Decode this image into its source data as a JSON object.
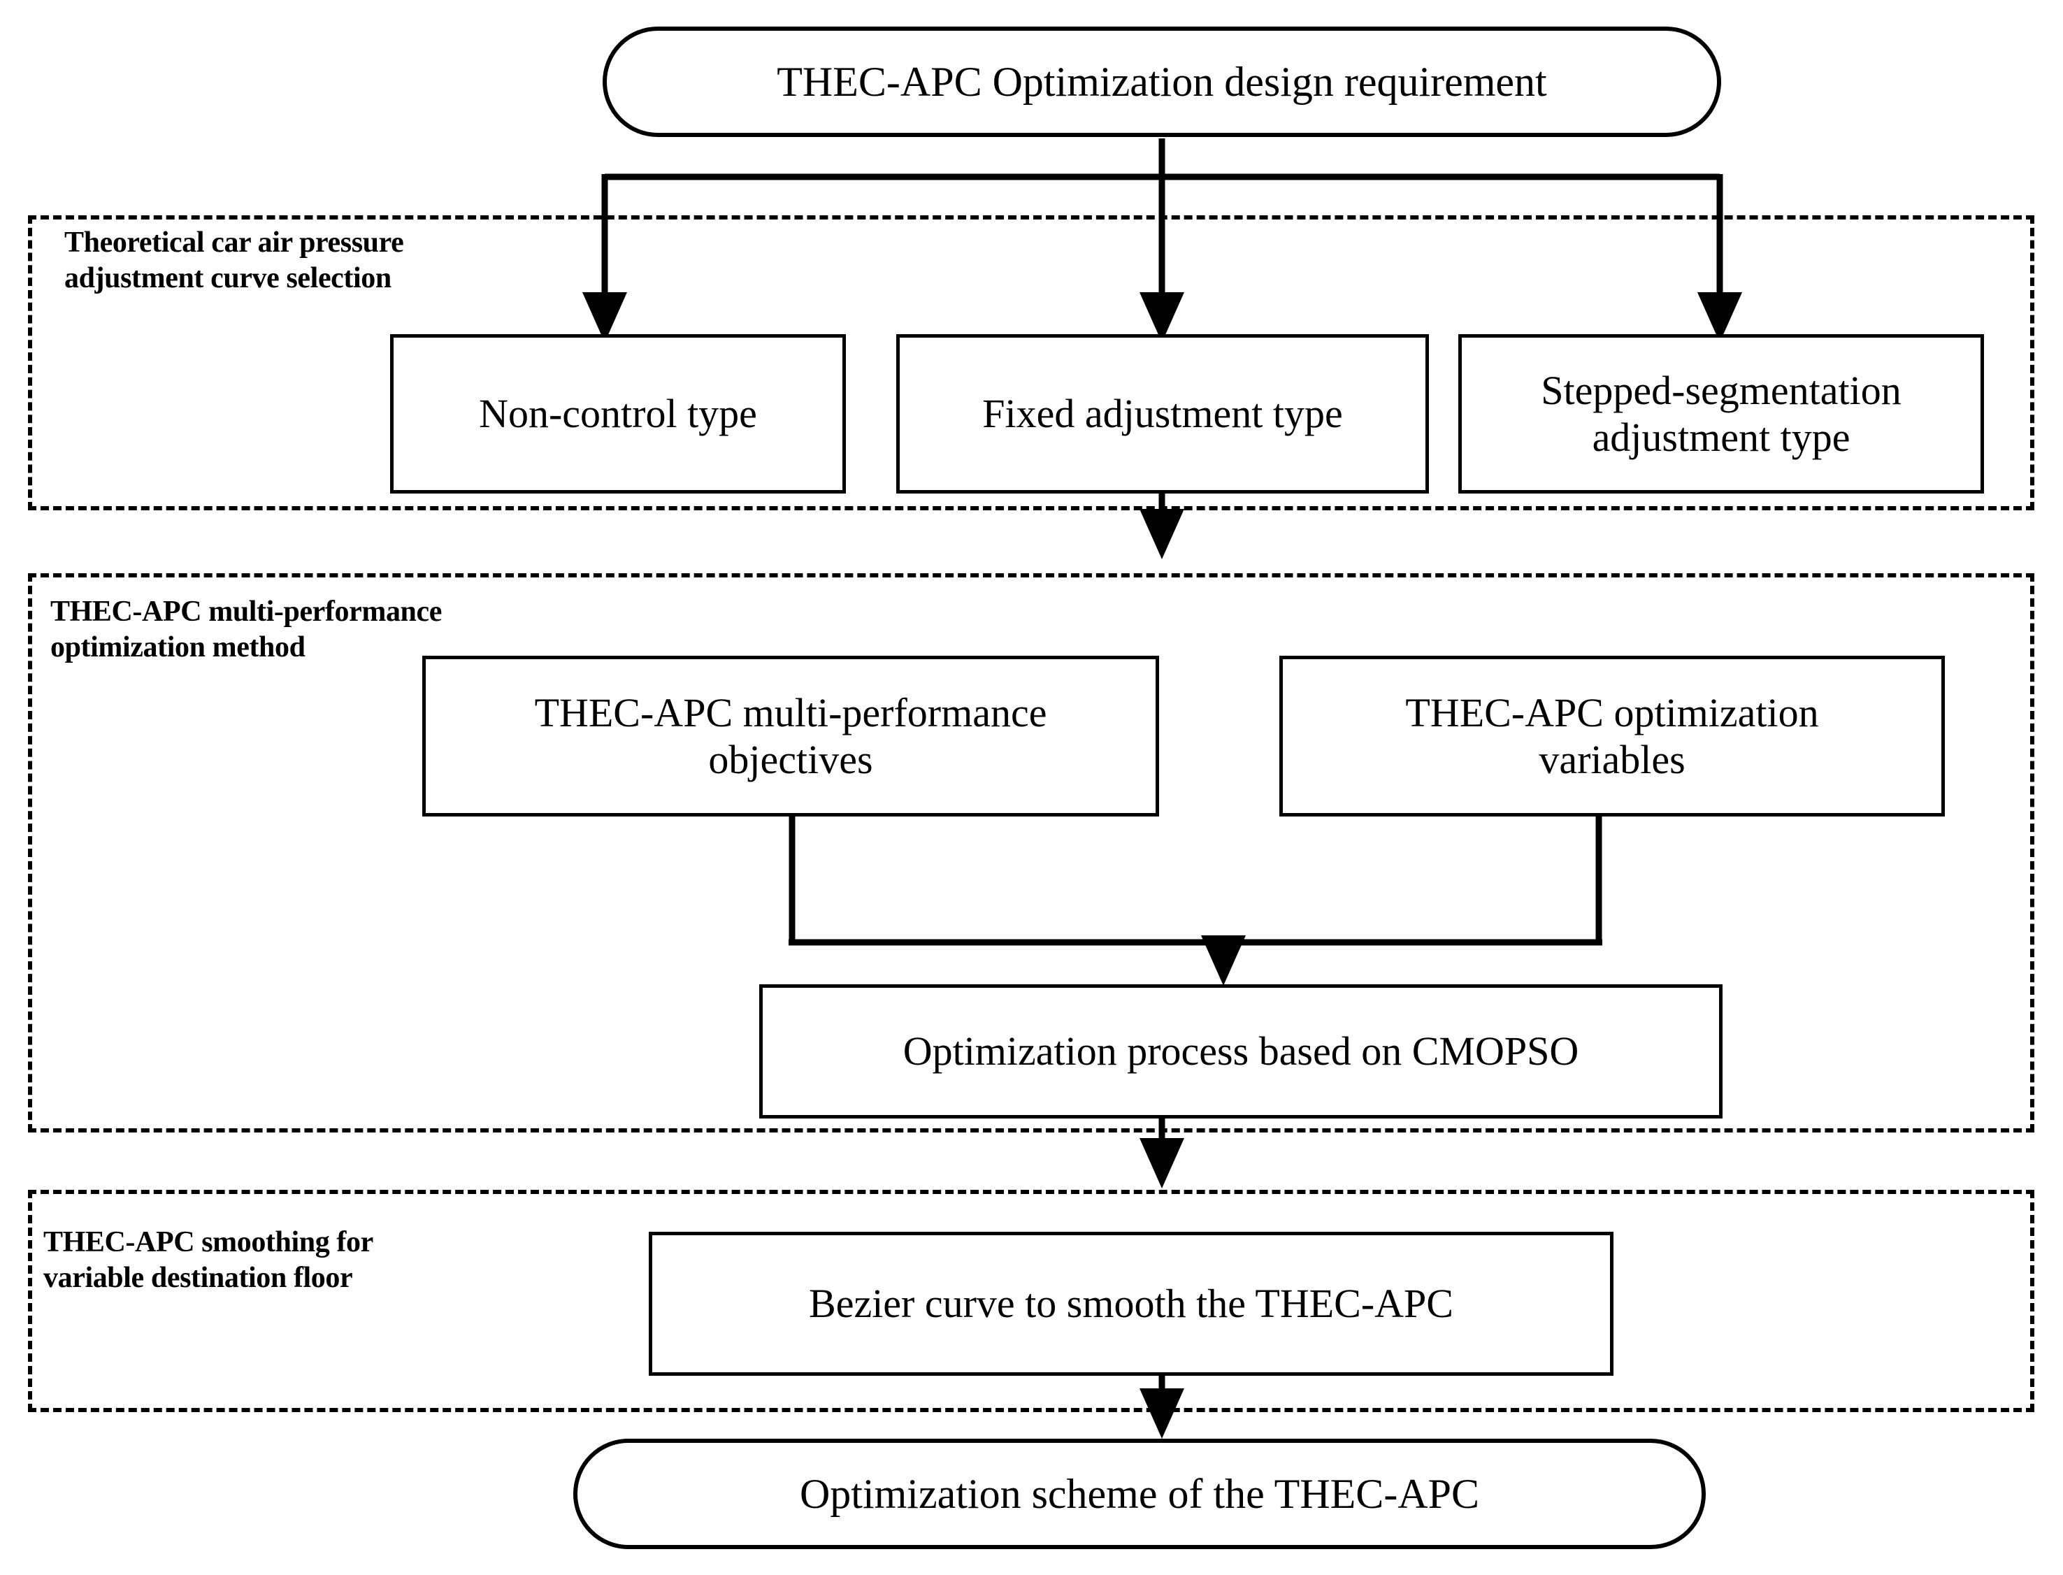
{
  "diagram": {
    "title": "THEC-APC Optimization design requirement flowchart",
    "line_color": "#000000",
    "fill_color": "#ffffff"
  },
  "start_node": {
    "label": "THEC-APC Optimization design requirement",
    "shape": "stadium"
  },
  "groups": [
    {
      "id": "group-curve-selection",
      "label": "Theoretical car air pressure\nadjustment curve selection",
      "nodes": [
        {
          "id": "node-non-control",
          "label": "Non-control type"
        },
        {
          "id": "node-fixed-adjustment",
          "label": "Fixed adjustment type"
        },
        {
          "id": "node-stepped-segmentation",
          "label": "Stepped-segmentation\nadjustment type"
        }
      ]
    },
    {
      "id": "group-multi-performance",
      "label": "THEC-APC multi-performance\noptimization method",
      "nodes": [
        {
          "id": "node-objectives",
          "label": "THEC-APC multi-performance\nobjectives"
        },
        {
          "id": "node-variables",
          "label": "THEC-APC optimization\nvariables"
        },
        {
          "id": "node-cmopso",
          "label": "Optimization process based on CMOPSO"
        }
      ]
    },
    {
      "id": "group-smoothing",
      "label": "THEC-APC smoothing for\nvariable destination floor",
      "nodes": [
        {
          "id": "node-bezier",
          "label": "Bezier curve  to smooth the THEC-APC"
        }
      ]
    }
  ],
  "end_node": {
    "label": "Optimization scheme of the THEC-APC",
    "shape": "stadium"
  }
}
